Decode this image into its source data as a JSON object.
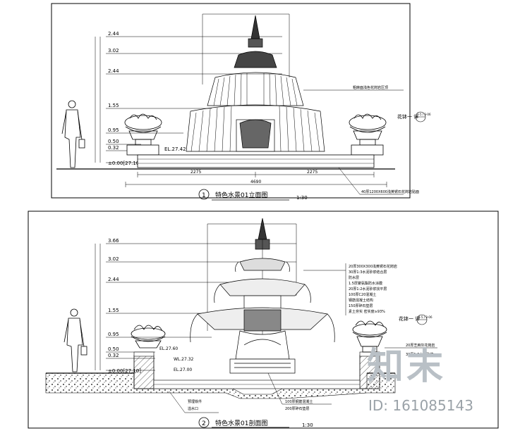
{
  "drawing1": {
    "number": "1",
    "title": "特色水景01立面图",
    "scale": "1:30",
    "levels": [
      "2.44",
      "3.02",
      "2.44",
      "1.55",
      "0.95",
      "0.50",
      "0.32",
      "±0.00[27.10]"
    ],
    "elevation_tag": "EL.27.42",
    "bottom_dims": [
      "2275",
      "2275"
    ],
    "total_dim": "4690",
    "right_notes": [
      "粗麻面浅色花岗岩压顶",
      "40厚1200X600浅黄锈石花岗岩贴面"
    ],
    "detail_tag": "花钵一 详",
    "detail_ref": "1-5 / 3-06"
  },
  "drawing2": {
    "number": "2",
    "title": "特色水景01剖面图",
    "scale": "1:30",
    "levels": [
      "3.66",
      "3.02",
      "2.44",
      "1.55",
      "0.95",
      "0.50",
      "0.32",
      "±0.00[27.10]"
    ],
    "elevation_tags": [
      "EL.27.60",
      "WL.27.32",
      "EL.27.00"
    ],
    "right_notes": [
      "20厚300X300浅黄锈石花岗岩",
      "30厚1:3水泥砂浆结合层",
      "防水层",
      "1.5厚聚氨酯防水涂膜",
      "20厚1:2水泥砂浆找平层",
      "100厚C20混凝土",
      "钢筋混凝土结构",
      "150厚碎石垫层",
      "素土夯实 密实度≥93%"
    ],
    "bottom_notes": [
      "预埋铁件",
      "溢水口",
      "100厚钢筋混凝土",
      "200厚碎石垫层"
    ],
    "detail_tag": "花钵一 详",
    "detail_ref": "1-5 / 3-06",
    "pot_notes": [
      "20厚芝麻灰花岗岩",
      "30厚1:3水泥砂浆"
    ]
  },
  "watermark": {
    "logo": "知末",
    "id": "ID: 161085143"
  }
}
